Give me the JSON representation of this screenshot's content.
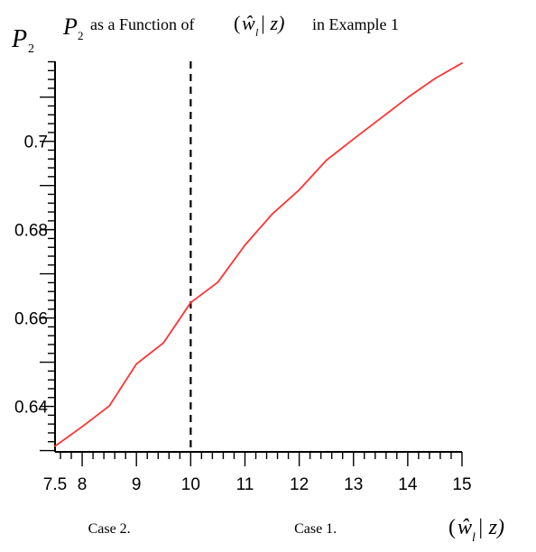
{
  "chart_data": {
    "type": "line",
    "title": "as a Function of",
    "title_parts": {
      "p2_symbol": "P",
      "p2_subscript": "2",
      "prefix": "as a Function of",
      "paren_expr_open": "(",
      "w_hat": "ŵ",
      "w_sub": "l",
      "paren_expr_mid": " | z)",
      "suffix": "in   Example 1"
    },
    "y_axis_label": {
      "symbol": "P",
      "subscript": "2"
    },
    "x_axis_label": {
      "open": "(",
      "w_hat": "ŵ",
      "w_sub": "l",
      "rest": " | z)"
    },
    "xlim": [
      7.5,
      15
    ],
    "ylim": [
      0.6297,
      0.7181
    ],
    "x_ticks": [
      7.5,
      8,
      9,
      10,
      11,
      12,
      13,
      14,
      15
    ],
    "x_tick_labels": [
      "7.5",
      "8",
      "9",
      "10",
      "11",
      "12",
      "13",
      "14",
      "15"
    ],
    "y_ticks": [
      0.64,
      0.66,
      0.68,
      0.7
    ],
    "y_tick_labels": [
      "0.64",
      "0.66",
      "0.68",
      "0.7"
    ],
    "series": [
      {
        "color": "#ff3333",
        "x": [
          7.5,
          8,
          8.5,
          9,
          9.5,
          10,
          10.5,
          11,
          11.5,
          12,
          12.5,
          13,
          13.5,
          14,
          14.5,
          15
        ],
        "y": [
          0.631,
          0.6354,
          0.6401,
          0.6496,
          0.6544,
          0.6635,
          0.6681,
          0.6765,
          0.6835,
          0.689,
          0.6957,
          0.7005,
          0.7052,
          0.7099,
          0.7142,
          0.7177
        ]
      }
    ],
    "vline": {
      "x": 10,
      "style": "dashed",
      "color": "#000000"
    },
    "region_labels": [
      {
        "text": "Case 2.",
        "x": 8.5
      },
      {
        "text": "Case 1.",
        "x": 12.3
      }
    ],
    "grid": false
  }
}
